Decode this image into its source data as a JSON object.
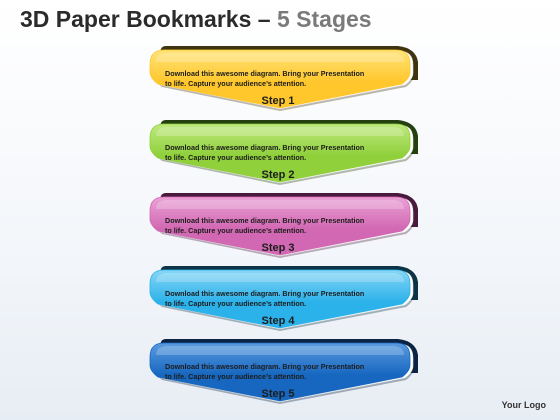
{
  "header": {
    "title": "3D Paper Bookmarks –",
    "subtitle": "5 Stages"
  },
  "footer": {
    "logo_text": "Your Logo"
  },
  "stages": [
    {
      "label": "Step 1",
      "line1": "Download this awesome diagram. Bring your Presentation",
      "line2": "to life. Capture your audience’s attention.",
      "color": "#ffc72c",
      "light": "#ffe37a",
      "dark": "#3e3510"
    },
    {
      "label": "Step 2",
      "line1": "Download this awesome diagram. Bring your Presentation",
      "line2": "to life. Capture your audience’s attention.",
      "color": "#8fd03b",
      "light": "#bfe97f",
      "dark": "#24400f"
    },
    {
      "label": "Step 3",
      "line1": "Download this awesome diagram. Bring your Presentation",
      "line2": "to life. Capture your audience’s attention.",
      "color": "#d268b3",
      "light": "#eaa2d6",
      "dark": "#4a1a3e"
    },
    {
      "label": "Step 4",
      "line1": "Download this awesome diagram. Bring your Presentation",
      "line2": "to life. Capture your audience’s attention.",
      "color": "#2cb2ea",
      "light": "#86d6f6",
      "dark": "#0c3446"
    },
    {
      "label": "Step 5",
      "line1": "Download this awesome diagram. Bring your Presentation",
      "line2": "to life. Capture your audience’s attention.",
      "color": "#1767c0",
      "light": "#5a9be0",
      "dark": "#0b2444"
    }
  ]
}
